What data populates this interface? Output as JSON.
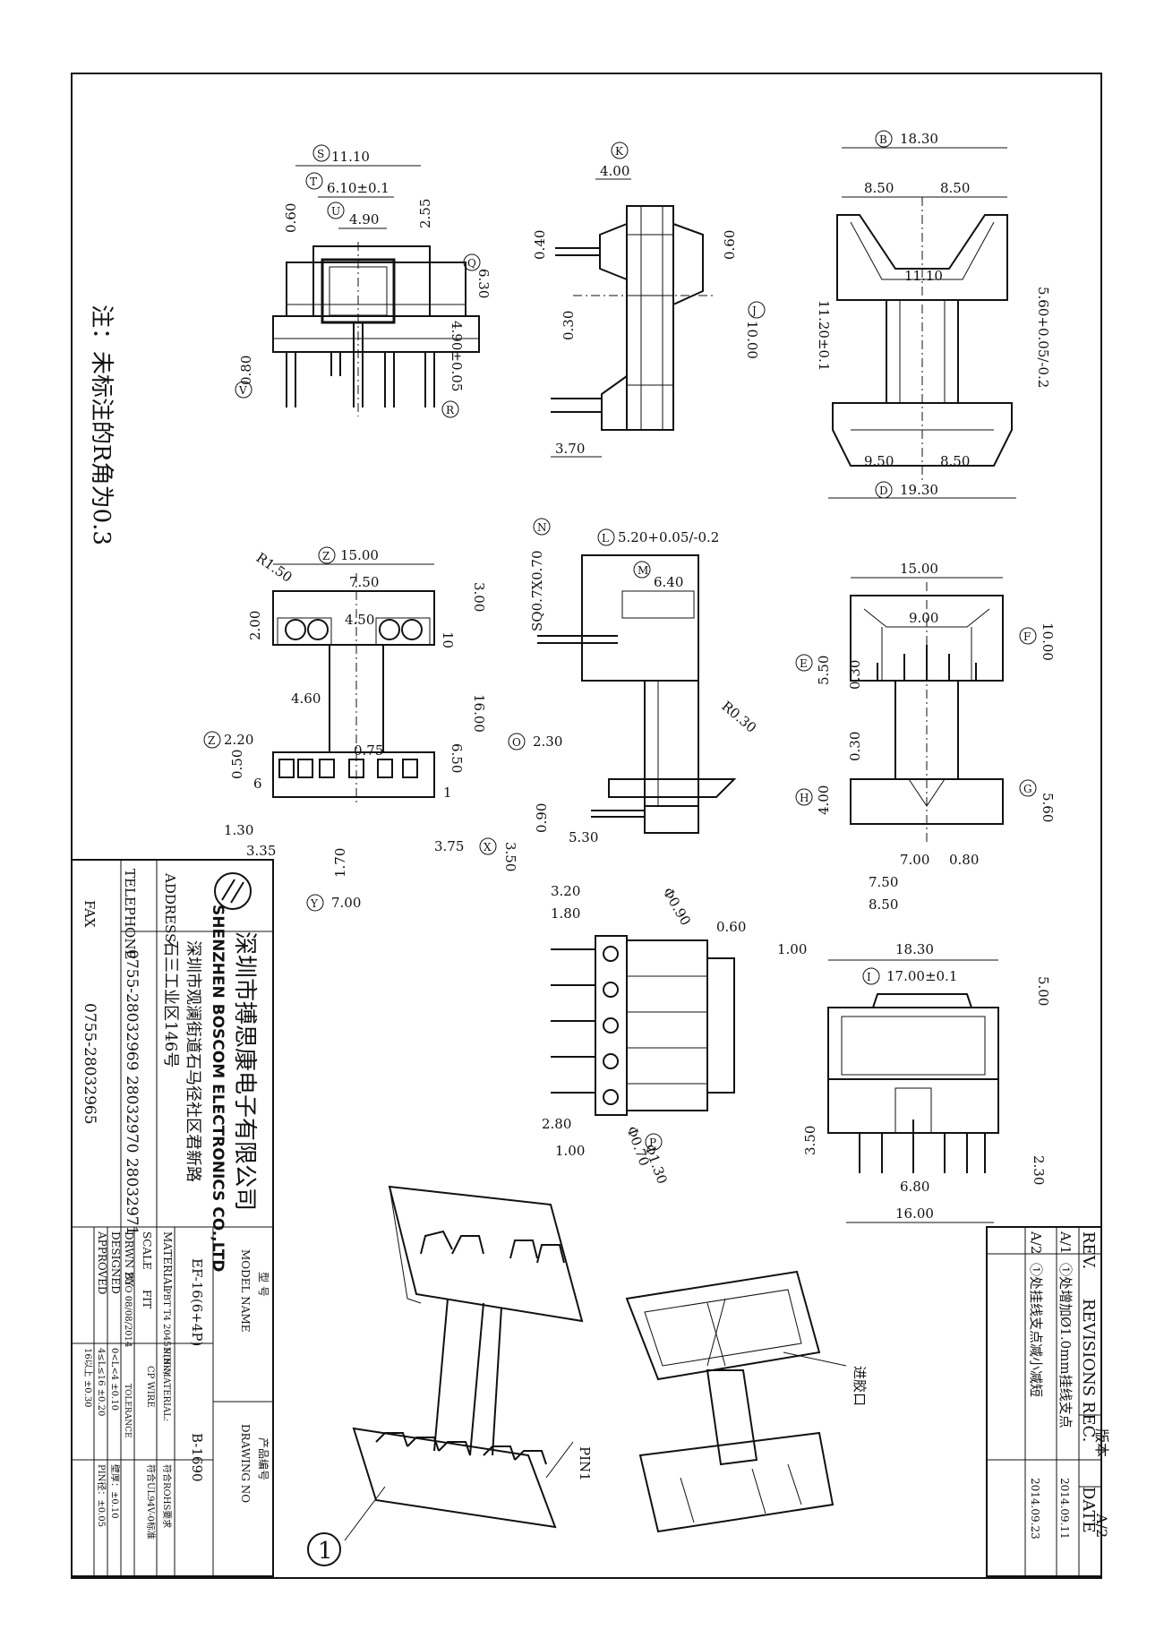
{
  "note": "注：未标注的R角为0.3",
  "company": {
    "name_cn": "深圳市搏思康电子有限公司",
    "name_en": "SHENZHEN BOSCOM ELECTRONICS CO.,LTD",
    "address_label": "ADDRESS",
    "address_line1": "深圳市观澜街道石马径社区君新路",
    "address_line2": "石三工业区146号",
    "telephone_label": "TELEPHONE",
    "telephone": "0755-28032969 28032970 28032971",
    "fax_label": "FAX",
    "fax": "0755-28032965"
  },
  "title_block": {
    "model_label_cn": "型 号",
    "model_label": "MODEL NAME",
    "model": "EF-16(6+4P)",
    "drawing_label_cn": "产品编号",
    "drawing_label": "DRAWING NO",
    "drawing_no": "B-1690",
    "material_label": "MATERIAL",
    "material": "PBT T4 2045N(BK)",
    "pin_material_label": "PIN MATERIAL:",
    "pin_material": "CP WIRE",
    "rohs": "符合ROHS要求",
    "ul": "符合UL94V-0标准",
    "scale_label": "SCALE",
    "scale": "FIT",
    "tolerance_label": "TOLERANCE",
    "drwn_label": "DRWN BY",
    "drwn": "ZUO 08/08/2014",
    "designed_label": "DESIGNED",
    "approved_label": "APPROVED",
    "tol1": "0<L<4   ±0.10",
    "tol2": "4≤L≤16  ±0.20",
    "tol3": "16以上   ±0.30",
    "tol4": "壁厚：±0.10",
    "tol5": "PIN径：±0.05"
  },
  "revision": {
    "version_label": "版本",
    "version": "A/2",
    "rev_label": "REV.",
    "records_label": "REVISIONS REC.",
    "date_label": "DATE",
    "rows": [
      {
        "rev": "A/1",
        "text": "①处增加Ø1.0mm挂线支点",
        "date": "2014.09.11"
      },
      {
        "rev": "A/2",
        "text": "①处挂线支点减小减短",
        "date": "2014.09.23"
      }
    ]
  },
  "labels": {
    "pin1": "PIN1",
    "gate": "进胶口",
    "callout": "1"
  },
  "dims": {
    "d1110s": "11.10",
    "d610": "6.10±0.1",
    "d490": "4.90",
    "d060a": "0.60",
    "d255": "2.55",
    "d630": "6.30",
    "d490b": "4.90±0.05",
    "d080": "0.80",
    "d400": "4.00",
    "d040": "0.40",
    "d030a": "0.30",
    "d060b": "0.60",
    "d1000a": "10.00",
    "d370": "3.70",
    "d1830a": "18.30",
    "d850a": "8.50",
    "d850b": "8.50",
    "d1110": "11.10",
    "d1120": "11.20±0.1",
    "d560": "5.60+0.05/-0.2",
    "d950": "9.50",
    "d850c": "8.50",
    "d1930": "19.30",
    "d1500": "15.00",
    "dR150": "R1.50",
    "d750": "7.50",
    "d207": "2.00",
    "d450": "4.50",
    "d300": "3.00",
    "d10": "10",
    "d460": "4.60",
    "d1600": "16.00",
    "d650": "6.50",
    "d220": "2.20",
    "d050": "0.50",
    "d075": "0.75",
    "d6": "6",
    "d1": "1",
    "d130": "1.30",
    "d335": "3.35",
    "d170": "1.70",
    "d375": "3.75",
    "d350": "3.50",
    "d700": "7.00",
    "dSQ": "SQ0.7X0.70",
    "d520": "5.20+0.05/-0.2",
    "d640": "6.40",
    "dR030": "R0.30",
    "d230": "2.30",
    "d090": "0.90",
    "d530": "5.30",
    "d1500b": "15.00",
    "d900": "9.00",
    "d1000b": "10.00",
    "d550": "5.50",
    "d030b": "0.30",
    "d030c": "0.30",
    "d400b": "4.00",
    "d560b": "5.60",
    "d700b": "7.00",
    "d080b": "0.80",
    "d750b": "7.50",
    "d850d": "8.50",
    "d320": "3.20",
    "d180": "1.80",
    "d090b": "Φ0.90",
    "d060c": "0.60",
    "d280": "2.80",
    "d100": "1.00",
    "d070": "Φ0.70",
    "d130b": "Φ1.30",
    "d100b": "1.00",
    "d1830b": "18.30",
    "d1700": "17.00±0.1",
    "d500": "5.00",
    "d350b": "3.50",
    "d680": "6.80",
    "d1600b": "16.00",
    "d230b": "2.30"
  }
}
